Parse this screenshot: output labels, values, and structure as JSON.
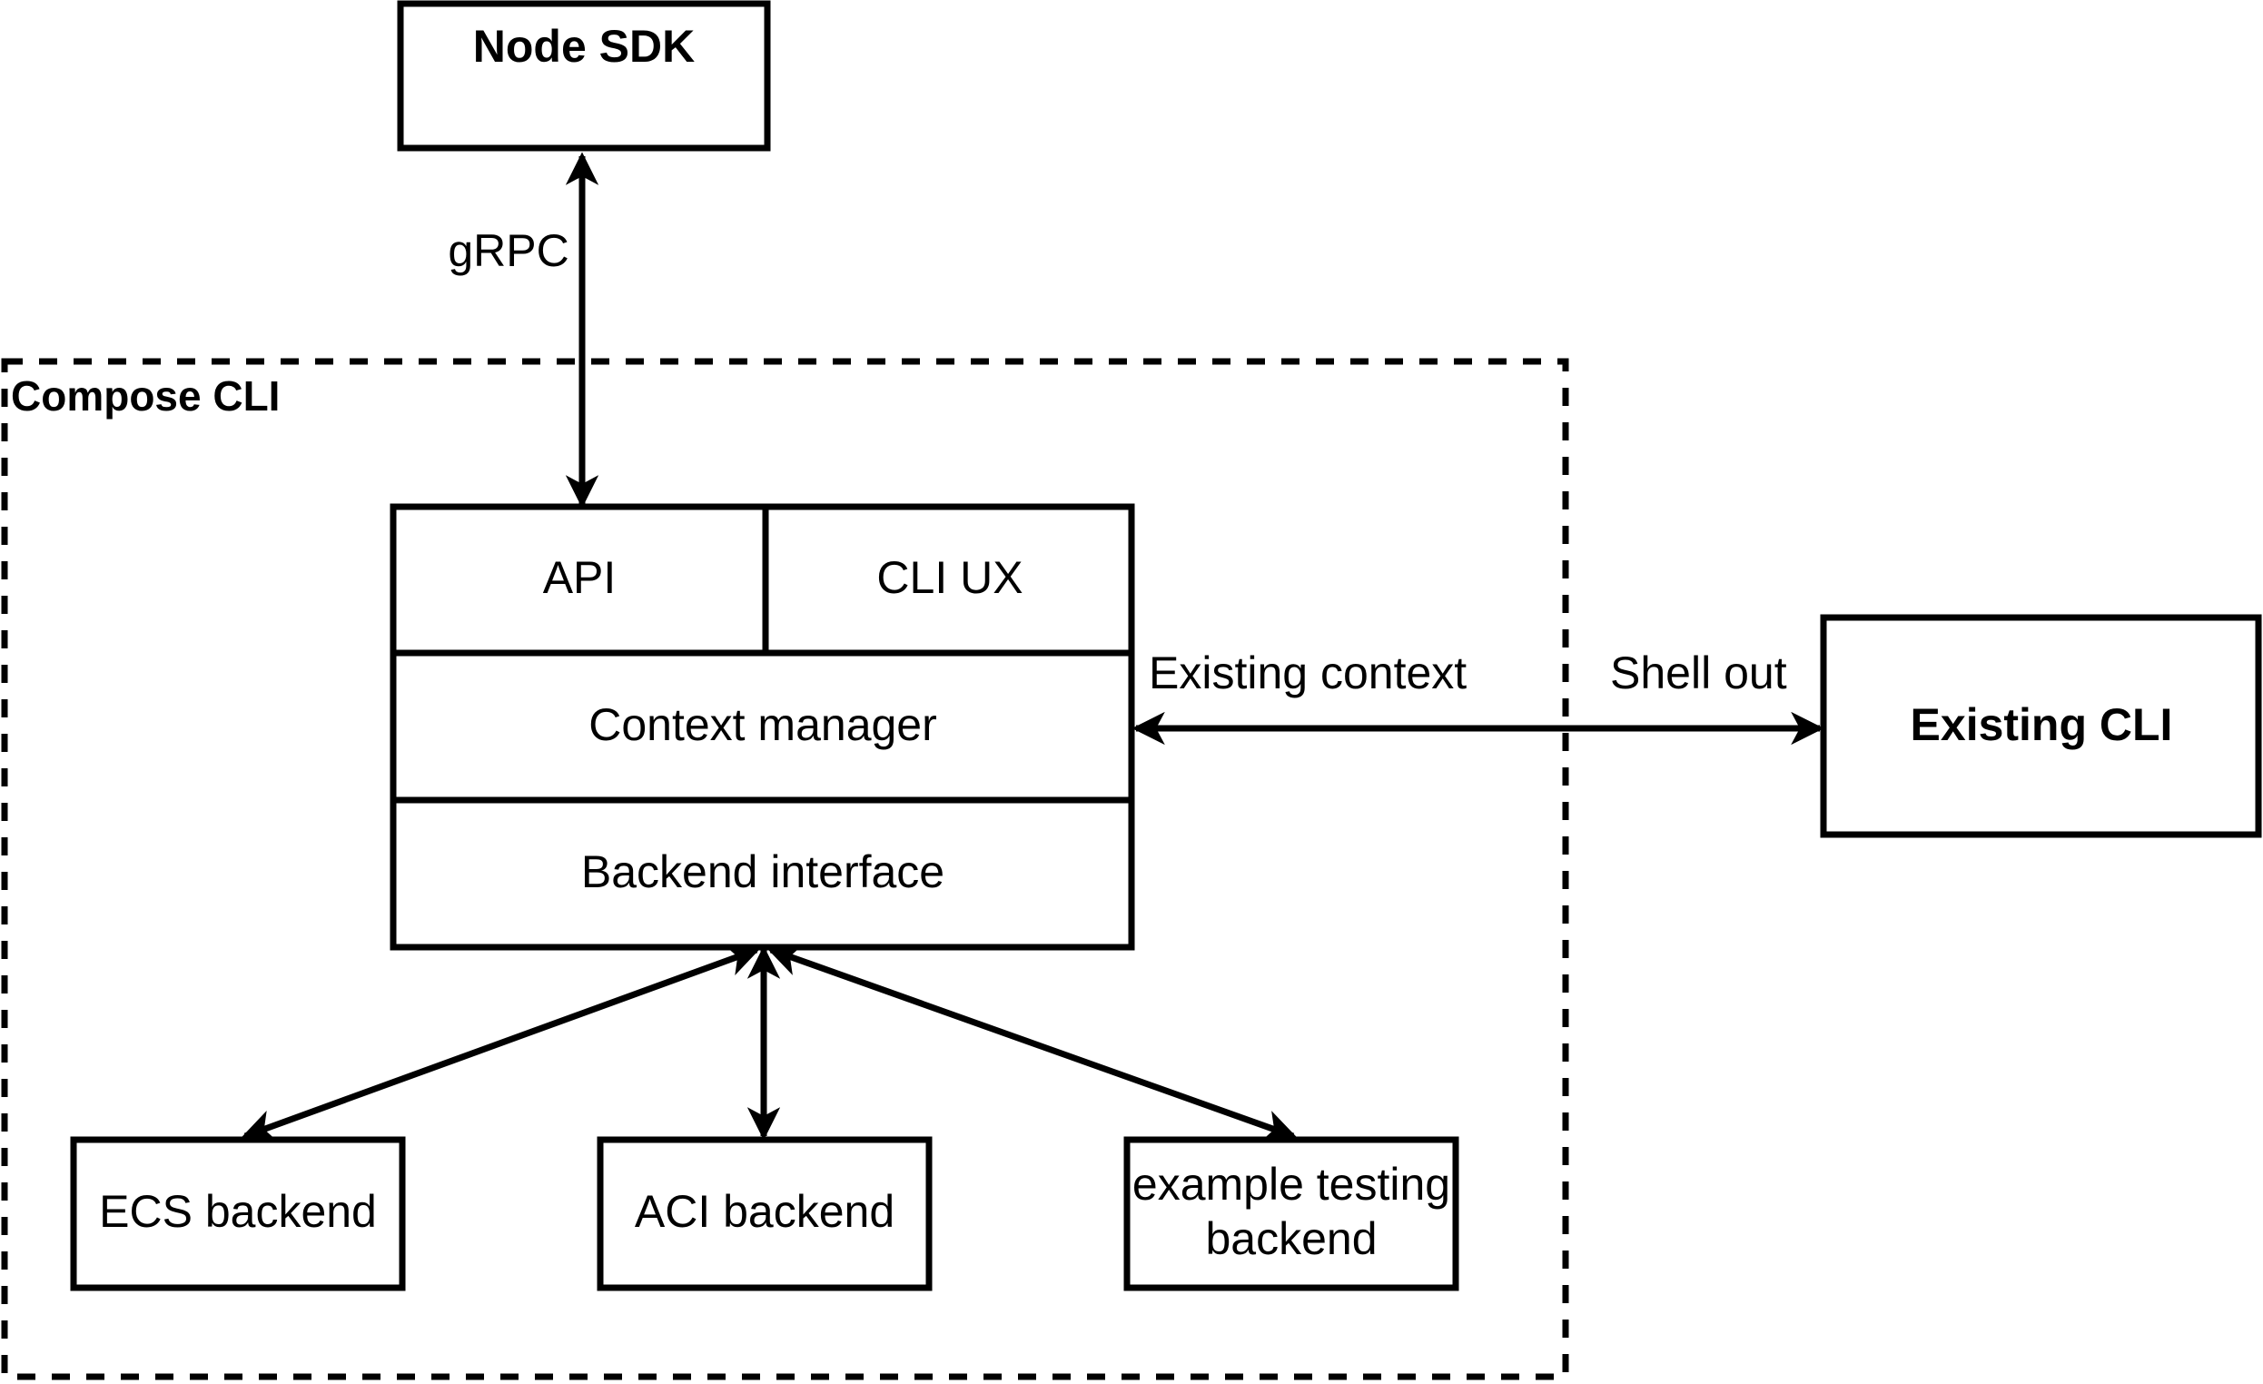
{
  "diagram": {
    "title_group": {
      "label": "Compose CLI"
    },
    "nodes": {
      "node_sdk": {
        "label": "Node SDK"
      },
      "api": {
        "label": "API"
      },
      "cli_ux": {
        "label": "CLI UX"
      },
      "context_manager": {
        "label": "Context manager"
      },
      "backend_interface": {
        "label": "Backend interface"
      },
      "existing_cli": {
        "label": "Existing CLI"
      },
      "ecs_backend": {
        "label": "ECS backend"
      },
      "aci_backend": {
        "label": "ACI backend"
      },
      "example_testing_backend": {
        "label_line1": "example testing",
        "label_line2": "backend"
      }
    },
    "edges": {
      "grpc": {
        "label": "gRPC"
      },
      "existing_context": {
        "label": "Existing context"
      },
      "shell_out": {
        "label": "Shell out"
      }
    },
    "colors": {
      "stroke": "#000000",
      "fill": "#ffffff",
      "background": "#ffffff"
    }
  }
}
